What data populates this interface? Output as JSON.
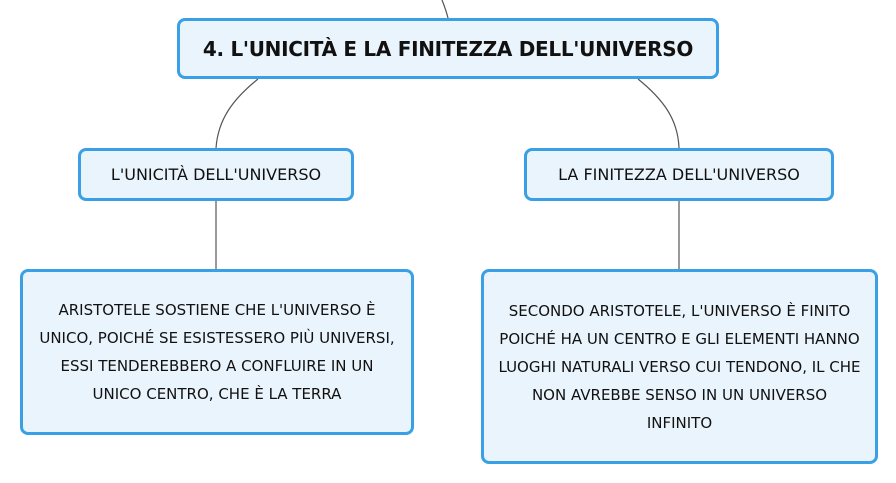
{
  "map": {
    "title": "4. L'UNICITÀ E LA FINITEZZA DELL'UNIVERSO",
    "left": {
      "heading": "L'UNICITÀ DELL'UNIVERSO",
      "detail": "ARISTOTELE SOSTIENE CHE L'UNIVERSO È UNICO, POICHÉ SE ESISTESSERO PIÙ UNIVERSI, ESSI TENDEREBBERO A CONFLUIRE IN UN UNICO CENTRO, CHE È LA TERRA"
    },
    "right": {
      "heading": "LA FINITEZZA DELL'UNIVERSO",
      "detail": "SECONDO ARISTOTELE, L'UNIVERSO È FINITO POICHÉ HA UN CENTRO E GLI ELEMENTI HANNO LUOGHI NATURALI VERSO CUI TENDONO, IL CHE NON AVREBBE SENSO IN UN UNIVERSO INFINITO"
    }
  },
  "colors": {
    "node_border": "#3aa0e6",
    "node_fill": "#eaf4fc",
    "connector": "#555555"
  }
}
